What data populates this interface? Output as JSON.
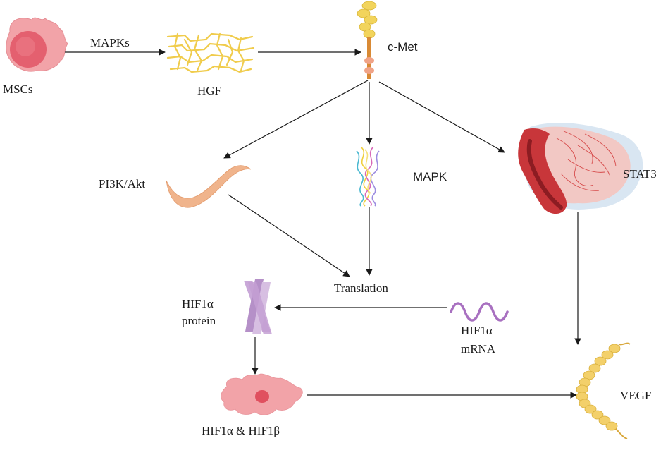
{
  "nodes": {
    "mscs": "MSCs",
    "mapks": "MAPKs",
    "hgf": "HGF",
    "cmet": "c-Met",
    "pi3k": "PI3K/Akt",
    "mapk": "MAPK",
    "stat3": "STAT3",
    "translation": "Translation",
    "hif1a_protein_line1": "HIF1α",
    "hif1a_protein_line2": "protein",
    "hif1a_mrna_line1": "HIF1α",
    "hif1a_mrna_line2": "mRNA",
    "hif_complex": "HIF1α & HIF1β",
    "vegf": "VEGF"
  },
  "colors": {
    "cell_pink": "#f2a3a8",
    "nucleus_red": "#e0505f",
    "hgf_yellow": "#f2d45c",
    "cmet_orange": "#d98a35",
    "akt_peach": "#f0b48c",
    "mrna_purple": "#a870c0",
    "protein_lilac": "#c9a8d8",
    "stat3_red": "#c8363a",
    "vegf_yellow": "#f3d06a"
  }
}
